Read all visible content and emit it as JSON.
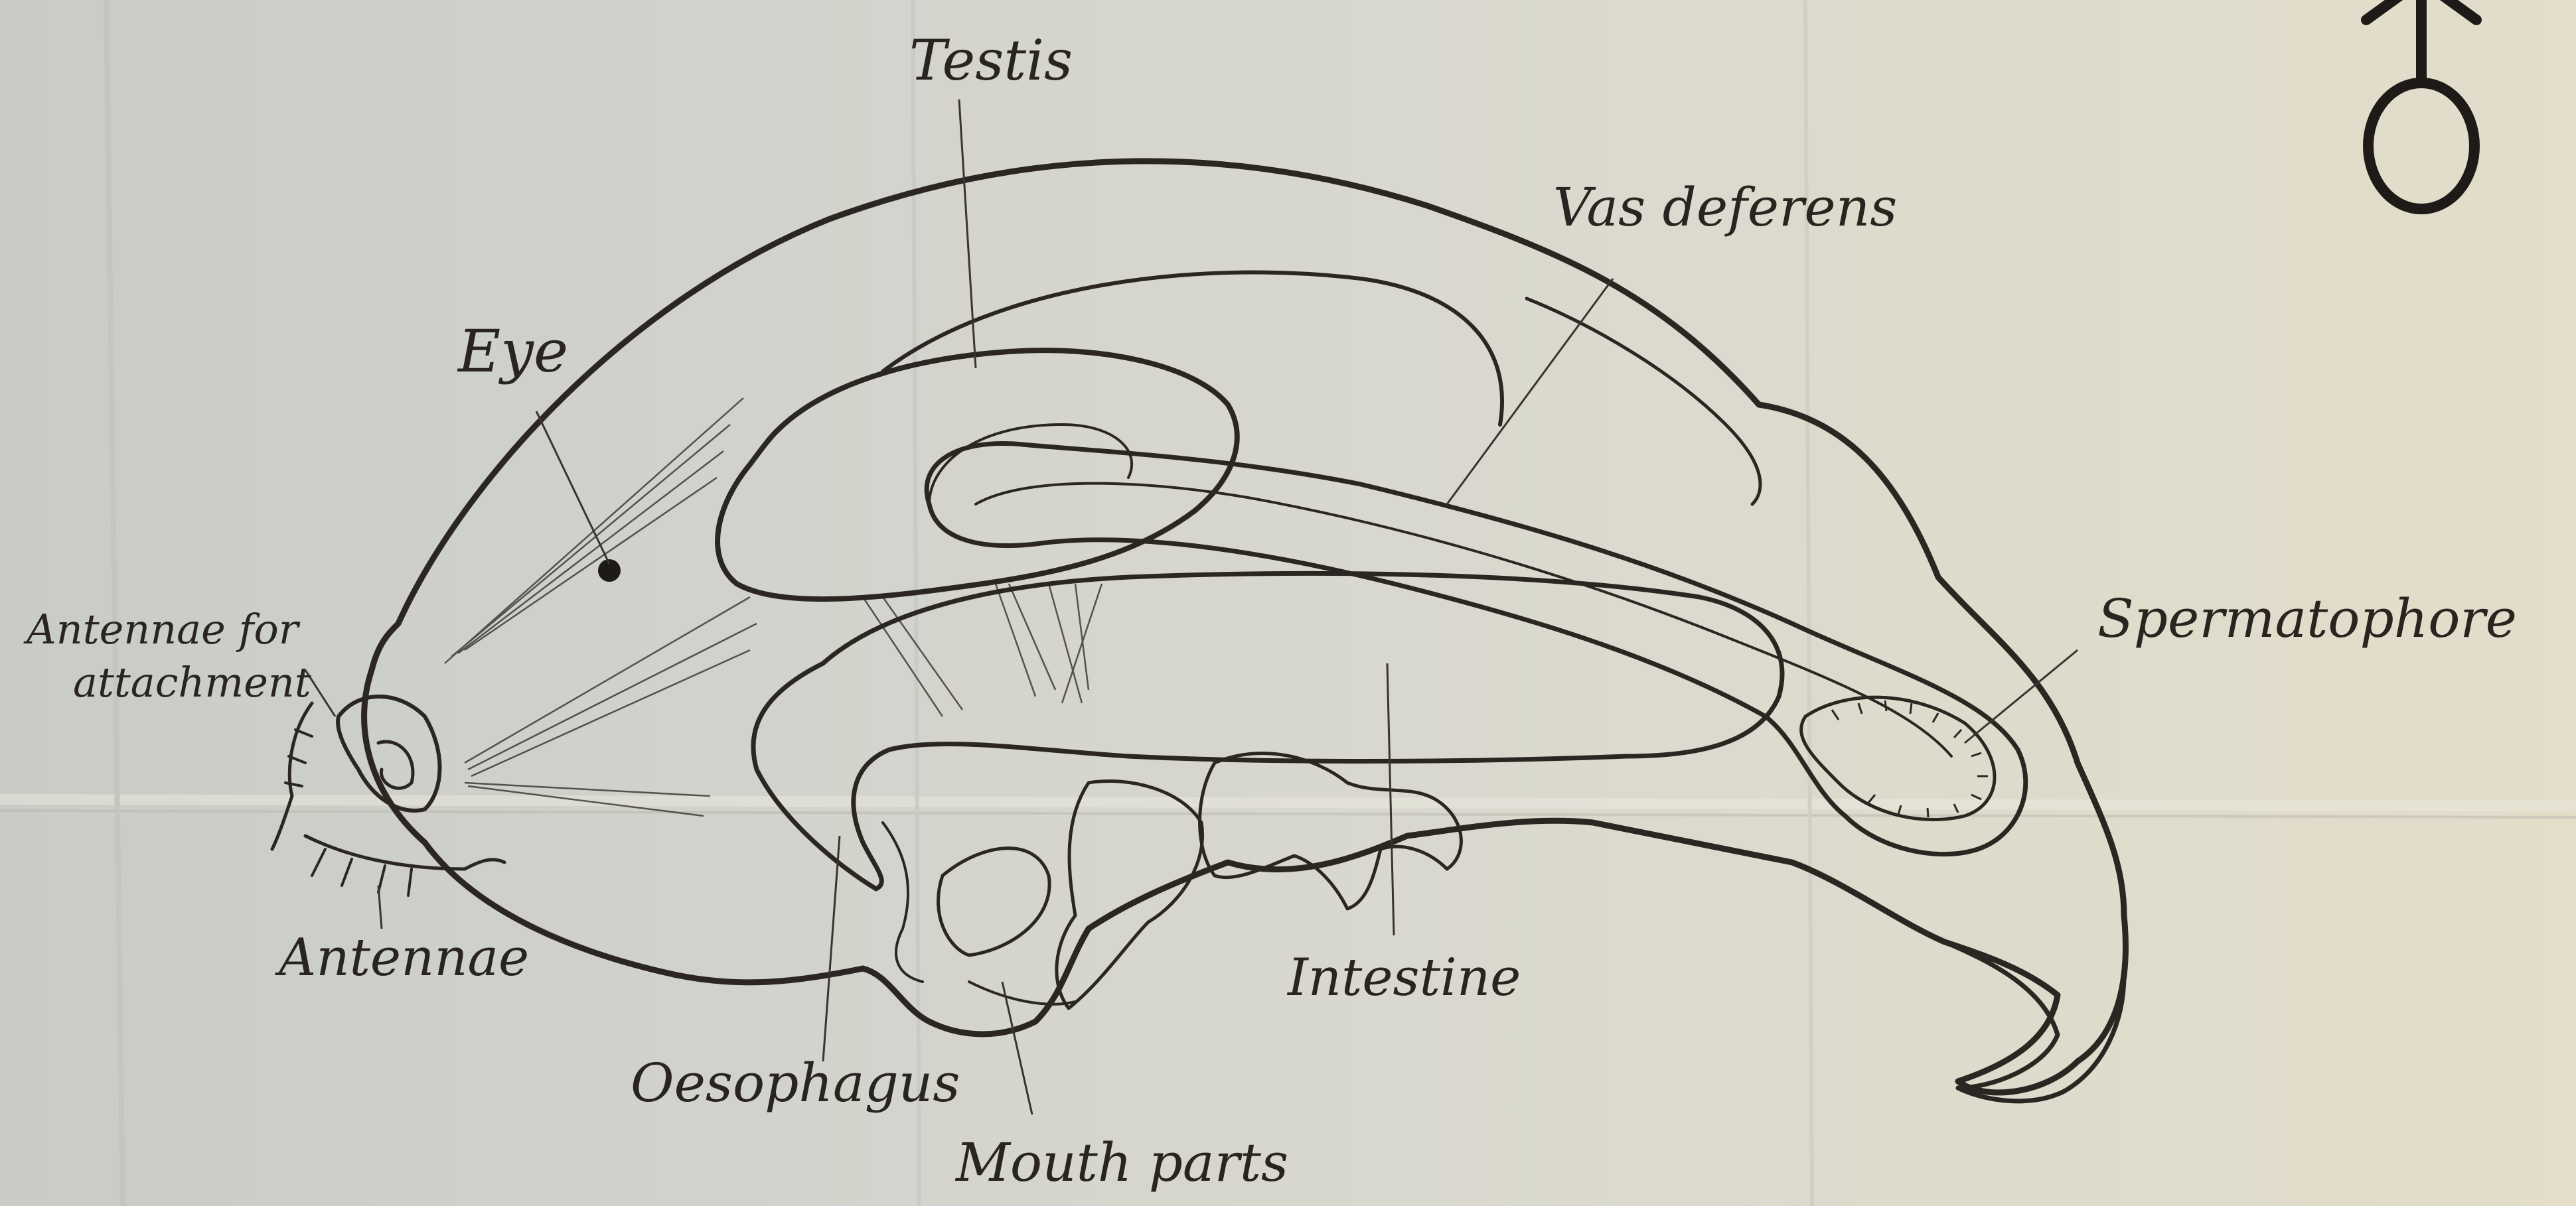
{
  "labels": {
    "testis": "Testis",
    "vas_deferens": "Vas deferens",
    "eye": "Eye",
    "antennae_attachment_line1": "Antennae for",
    "antennae_attachment_line2": "attachment",
    "spermatophore": "Spermatophore",
    "antennae": "Antennae",
    "intestine": "Intestine",
    "oesophagus": "Oesophagus",
    "mouth_parts": "Mouth parts"
  },
  "colors": {
    "paper": "#d6d5cb",
    "body_fill": "#8fa7ab",
    "testis_fill": "#b98694",
    "intestine_fill": "#9a7b60",
    "spermatophore_fill": "#c7939c",
    "ink": "#2b2622"
  },
  "icons": {
    "sex_symbol": "male-symbol-icon"
  }
}
